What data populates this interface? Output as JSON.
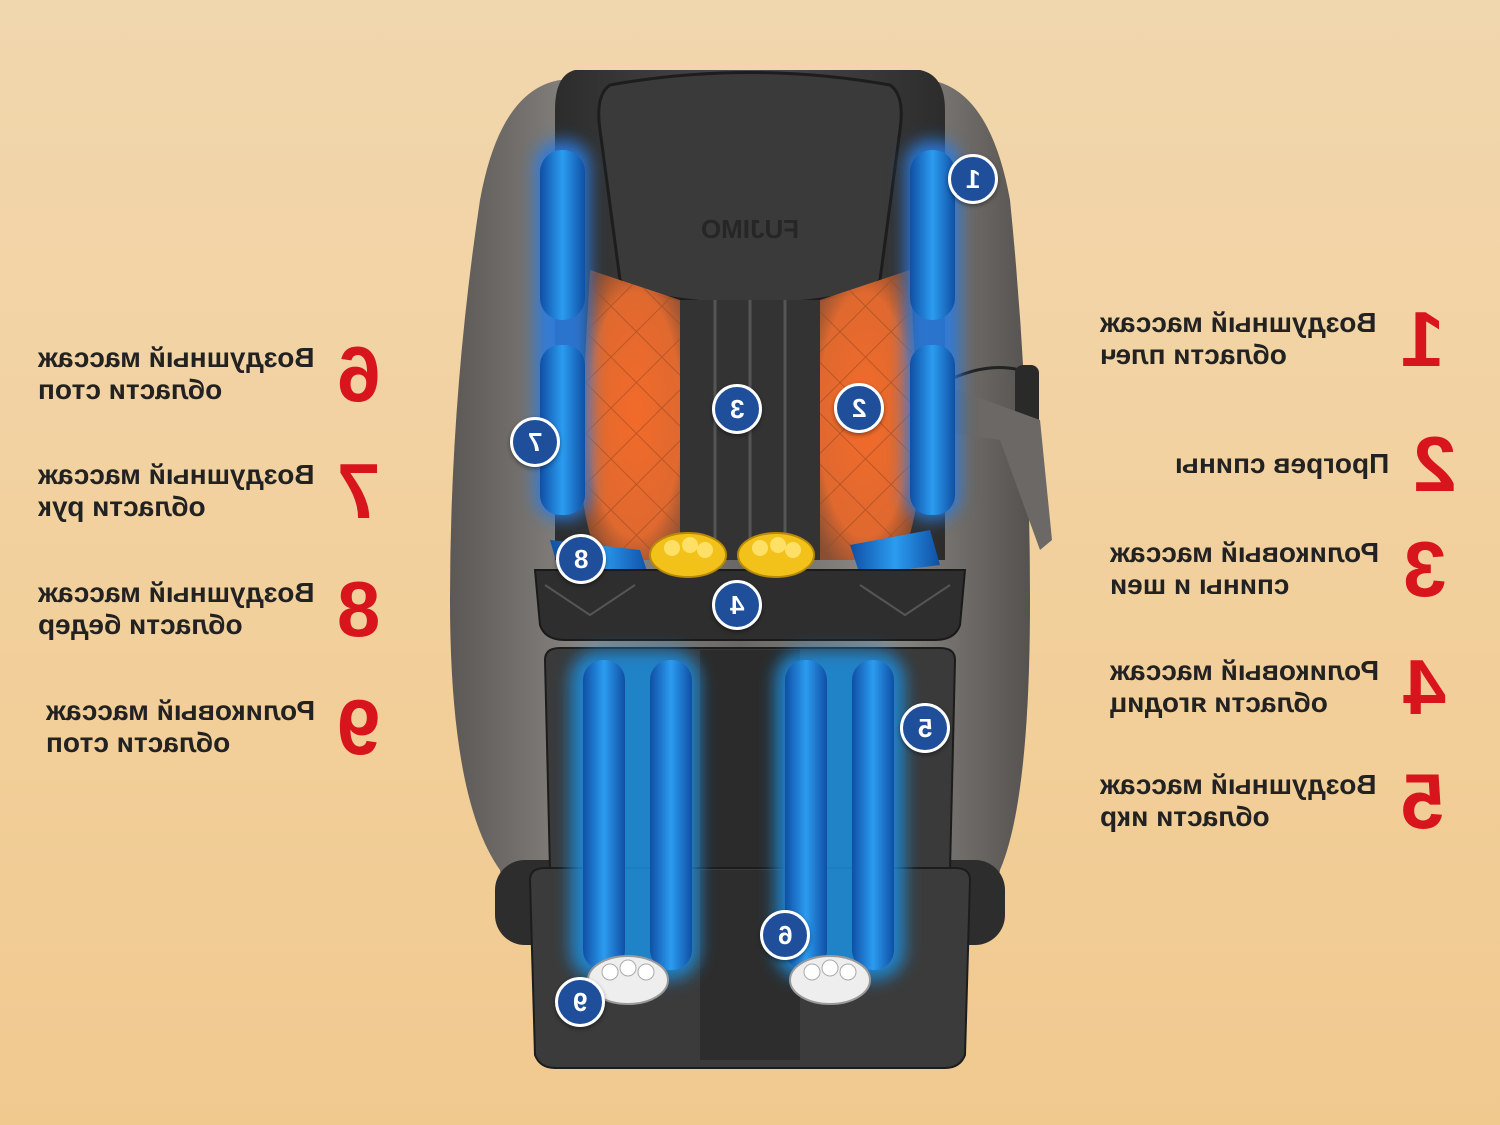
{
  "colors": {
    "number_red": "#d8141c",
    "badge_blue": "#1f4f9a",
    "air_blue": "#1e8fe0",
    "heat_orange": "#e4602a",
    "roller_yellow": "#f3c21a"
  },
  "right_labels": [
    {
      "num": "1",
      "line1": "Воздушный массаж",
      "line2": "области плеч"
    },
    {
      "num": "2",
      "line1": "Прогрев спины",
      "line2": ""
    },
    {
      "num": "3",
      "line1": "Роликовый массаж",
      "line2": "спины и шеи"
    },
    {
      "num": "4",
      "line1": "Роликовый массаж",
      "line2": "области ягодиц"
    },
    {
      "num": "5",
      "line1": "Воздушный массаж",
      "line2": "области икр"
    }
  ],
  "left_labels": [
    {
      "num": "6",
      "line1": "Воздушный массаж",
      "line2": "области стоп"
    },
    {
      "num": "7",
      "line1": "Воздушный массаж",
      "line2": "области рук"
    },
    {
      "num": "8",
      "line1": "Воздушный массаж",
      "line2": "области бедер"
    },
    {
      "num": "9",
      "line1": "Роликовый массаж",
      "line2": "области стоп"
    }
  ],
  "badges": [
    "1",
    "2",
    "3",
    "4",
    "5",
    "6",
    "7",
    "8",
    "9"
  ],
  "brand": "FUJIMO"
}
